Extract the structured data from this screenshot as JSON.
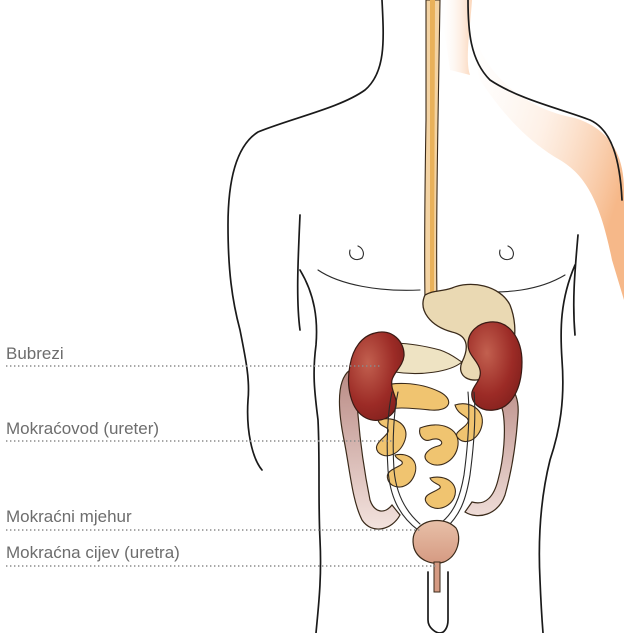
{
  "labels": {
    "kidneys": "Bubrezi",
    "ureter": "Mokraćovod (ureter)",
    "bladder": "Mokraćni mjehur",
    "urethra": "Mokraćna cijev (uretra)"
  },
  "colors": {
    "kidney": "#9c2b26",
    "intestine": "#c99a8f",
    "small_intestine": "#f0c470",
    "stomach": "#e9d7b0",
    "esophagus": "#e9b15a",
    "skin_shade": "#f6b889",
    "label_text": "#6d6d6d"
  }
}
